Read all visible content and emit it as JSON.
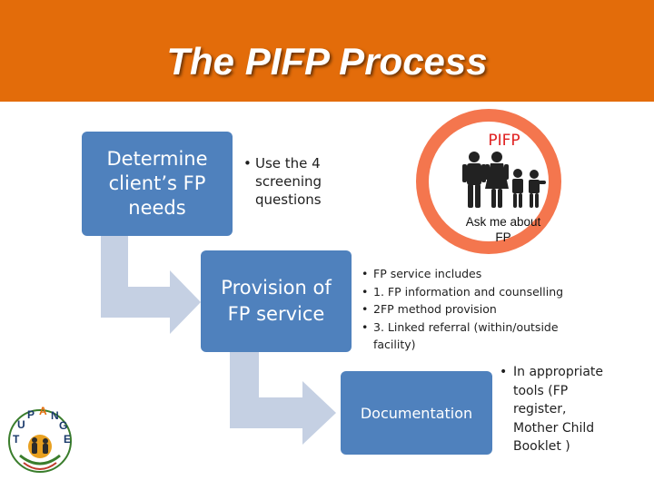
{
  "slide": {
    "title": "The PIFP Process"
  },
  "steps": {
    "step1": {
      "lines": [
        "Determine",
        "client’s FP",
        "needs"
      ]
    },
    "step2": {
      "lines": [
        "Provision of",
        "FP service"
      ]
    },
    "step3": {
      "label": "Documentation"
    }
  },
  "bullets1": [
    "Use the 4 screening questions"
  ],
  "bullets2": [
    "FP service includes",
    "1. FP information and counselling",
    "2FP method provision",
    "3. Linked referral (within/outside facility)"
  ],
  "bullets3": [
    "In appropriate tools (FP register, Mother Child Booklet )"
  ],
  "pifp_badge": {
    "label": "PIFP",
    "icon": "family-icon",
    "caption_lines": [
      "Ask me about",
      "FP"
    ]
  },
  "logo": {
    "lettering": "TUPANGE",
    "icon": "tupange-logo-icon"
  },
  "colors": {
    "header": "#e36c0a",
    "step_box": "#4f81bd",
    "connector": "#c5d0e3",
    "ring": "#f4764e",
    "pifp_text": "#e02020"
  }
}
